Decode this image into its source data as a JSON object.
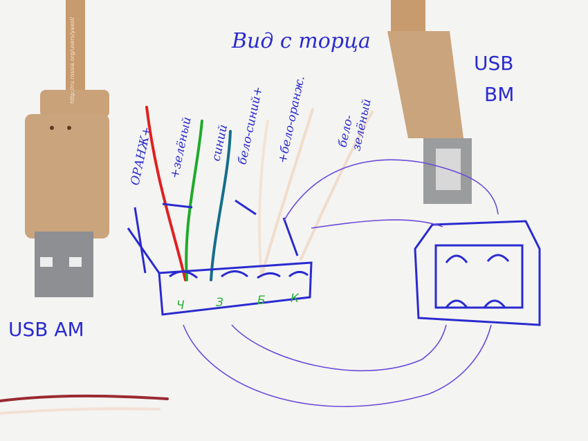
{
  "title": "Вид с торца",
  "watermark": "http://ru.rossia.org/users/yaxol/",
  "connectors": {
    "left": {
      "label": "USB AM"
    },
    "right": {
      "label_line1": "USB",
      "label_line2": "BM"
    }
  },
  "wire_labels": [
    "ОРАНЖ+",
    "+зелёный",
    "синий",
    "бело-синий+",
    "+бело-оранж.",
    "бело-",
    "зелёный"
  ],
  "pins": [
    "Ч",
    "З",
    "Б",
    "К"
  ],
  "colors": {
    "ink": "#2a2ad0",
    "plug": "#c9a27a",
    "pin_label": "#2bb03a"
  }
}
